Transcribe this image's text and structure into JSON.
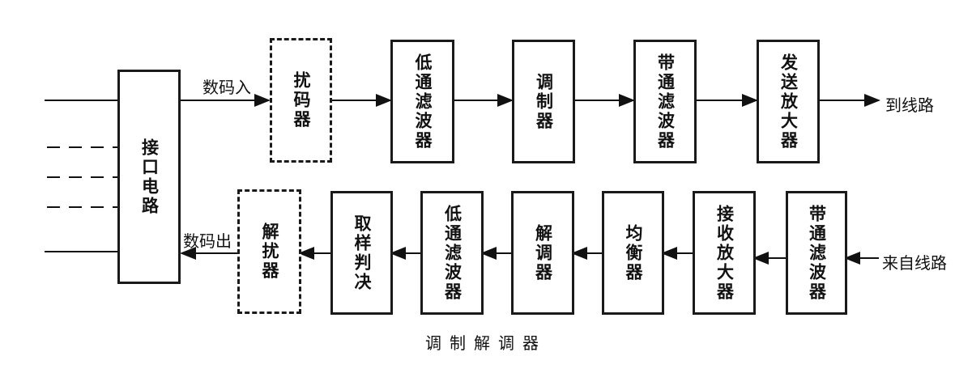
{
  "blocks": {
    "interface": "接口电路",
    "scrambler": "扰码器",
    "tx_lpf": "低通滤波器",
    "modulator": "调制器",
    "tx_bpf": "带通滤波器",
    "tx_amp": "发送放大器",
    "descrambler": "解扰器",
    "decision": "取样判决",
    "rx_lpf": "低通滤波器",
    "demodulator": "解调器",
    "equalizer": "均衡器",
    "rx_amp": "接收放大器",
    "rx_bpf": "带通滤波器"
  },
  "labels": {
    "data_in": "数码入",
    "data_out": "数码出",
    "to_line": "到线路",
    "from_line": "来自线路"
  },
  "caption": "调制解调器"
}
